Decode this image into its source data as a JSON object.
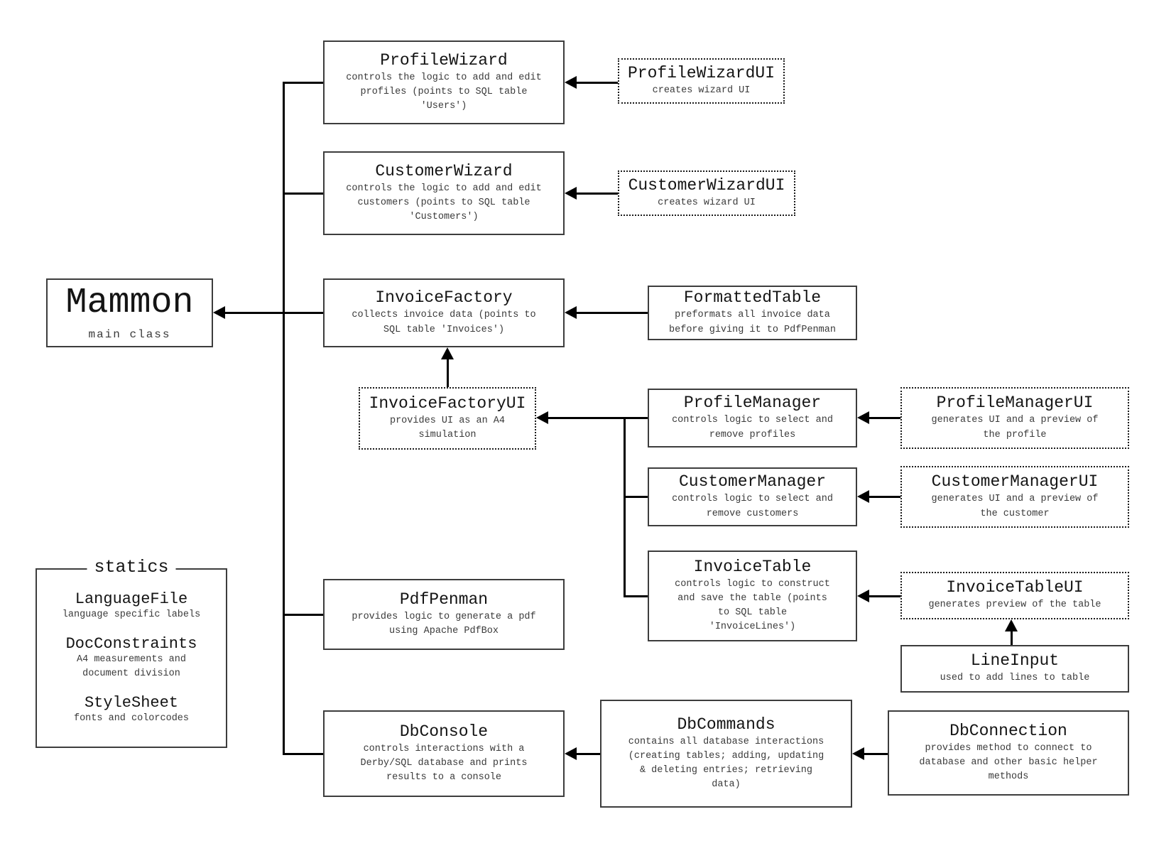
{
  "nodes": {
    "mammon": {
      "title": "Mammon",
      "desc": "main class"
    },
    "profileWizard": {
      "title": "ProfileWizard",
      "desc": "controls the logic to add and edit\nprofiles (points to SQL table\n'Users')"
    },
    "profileWizardUI": {
      "title": "ProfileWizardUI",
      "desc": "creates wizard UI"
    },
    "customerWizard": {
      "title": "CustomerWizard",
      "desc": "controls the logic to add and edit\ncustomers (points to SQL table\n'Customers')"
    },
    "customerWizardUI": {
      "title": "CustomerWizardUI",
      "desc": "creates wizard UI"
    },
    "invoiceFactory": {
      "title": "InvoiceFactory",
      "desc": "collects invoice data (points to\nSQL table 'Invoices')"
    },
    "formattedTable": {
      "title": "FormattedTable",
      "desc": "preformats all invoice data\nbefore giving it to PdfPenman"
    },
    "invoiceFactoryUI": {
      "title": "InvoiceFactoryUI",
      "desc": "provides UI as an A4\nsimulation"
    },
    "profileManager": {
      "title": "ProfileManager",
      "desc": "controls logic to select and\nremove profiles"
    },
    "profileManagerUI": {
      "title": "ProfileManagerUI",
      "desc": "generates UI and a preview of\nthe profile"
    },
    "customerManager": {
      "title": "CustomerManager",
      "desc": "controls logic to select and\nremove customers"
    },
    "customerManagerUI": {
      "title": "CustomerManagerUI",
      "desc": "generates UI and a preview of\nthe customer"
    },
    "invoiceTable": {
      "title": "InvoiceTable",
      "desc": "controls logic to construct\nand save the table (points\nto SQL table\n'InvoiceLines')"
    },
    "invoiceTableUI": {
      "title": "InvoiceTableUI",
      "desc": "generates preview of the table"
    },
    "lineInput": {
      "title": "LineInput",
      "desc": "used to add lines to table"
    },
    "pdfPenman": {
      "title": "PdfPenman",
      "desc": "provides logic to generate a pdf\nusing Apache PdfBox"
    },
    "dbConsole": {
      "title": "DbConsole",
      "desc": "controls interactions with a\nDerby/SQL database and prints\nresults to a console"
    },
    "dbCommands": {
      "title": "DbCommands",
      "desc": "contains all database interactions\n(creating tables; adding, updating\n& deleting entries; retrieving\ndata)"
    },
    "dbConnection": {
      "title": "DbConnection",
      "desc": "provides method to connect to\ndatabase and other basic helper\nmethods"
    }
  },
  "statics": {
    "title": "statics",
    "items": [
      {
        "title": "LanguageFile",
        "desc": "language specific labels"
      },
      {
        "title": "DocConstraints",
        "desc": "A4 measurements and\ndocument division"
      },
      {
        "title": "StyleSheet",
        "desc": "fonts and colorcodes"
      }
    ]
  },
  "edges": [
    {
      "from": "ProfileWizard",
      "to": "Mammon"
    },
    {
      "from": "CustomerWizard",
      "to": "Mammon"
    },
    {
      "from": "InvoiceFactory",
      "to": "Mammon"
    },
    {
      "from": "PdfPenman",
      "to": "Mammon"
    },
    {
      "from": "DbConsole",
      "to": "Mammon"
    },
    {
      "from": "ProfileWizardUI",
      "to": "ProfileWizard"
    },
    {
      "from": "CustomerWizardUI",
      "to": "CustomerWizard"
    },
    {
      "from": "FormattedTable",
      "to": "InvoiceFactory"
    },
    {
      "from": "InvoiceFactoryUI",
      "to": "InvoiceFactory"
    },
    {
      "from": "ProfileManager",
      "to": "InvoiceFactoryUI"
    },
    {
      "from": "CustomerManager",
      "to": "InvoiceFactoryUI"
    },
    {
      "from": "InvoiceTable",
      "to": "InvoiceFactoryUI"
    },
    {
      "from": "ProfileManagerUI",
      "to": "ProfileManager"
    },
    {
      "from": "CustomerManagerUI",
      "to": "CustomerManager"
    },
    {
      "from": "InvoiceTableUI",
      "to": "InvoiceTable"
    },
    {
      "from": "LineInput",
      "to": "InvoiceTableUI"
    },
    {
      "from": "DbCommands",
      "to": "DbConsole"
    },
    {
      "from": "DbConnection",
      "to": "DbCommands"
    }
  ],
  "colors": {
    "line": "#000000",
    "solid_border": "#3d3d3d",
    "dotted_border": "#1b1b1b",
    "title_text": "#141414",
    "desc_text": "#3a3a3a",
    "background": "#ffffff"
  }
}
